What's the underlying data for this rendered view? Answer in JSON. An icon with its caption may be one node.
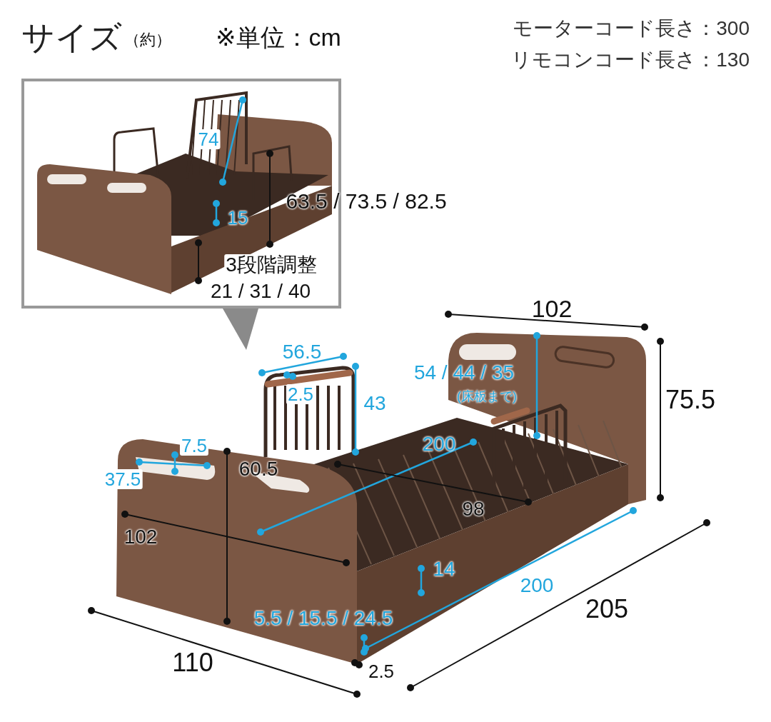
{
  "diagram": {
    "title": "サイズ",
    "labels": [
      "（約）",
      "※単位：cm",
      "モーターコード長さ：300",
      "リモコンコード長さ：130",
      "74",
      "63.5 / 73.5 / 82.5",
      "15",
      "3段階調整",
      "21 / 31 / 40",
      "102",
      "56.5",
      "2.5",
      "54 / 44 / 35",
      "(床板まで)",
      "43",
      "75.5",
      "7.5",
      "200",
      "37.5",
      "60.5",
      "98",
      "102",
      "14",
      "200",
      "205",
      "5.5 / 15.5 / 24.5",
      "110",
      "2.5"
    ]
  }
}
